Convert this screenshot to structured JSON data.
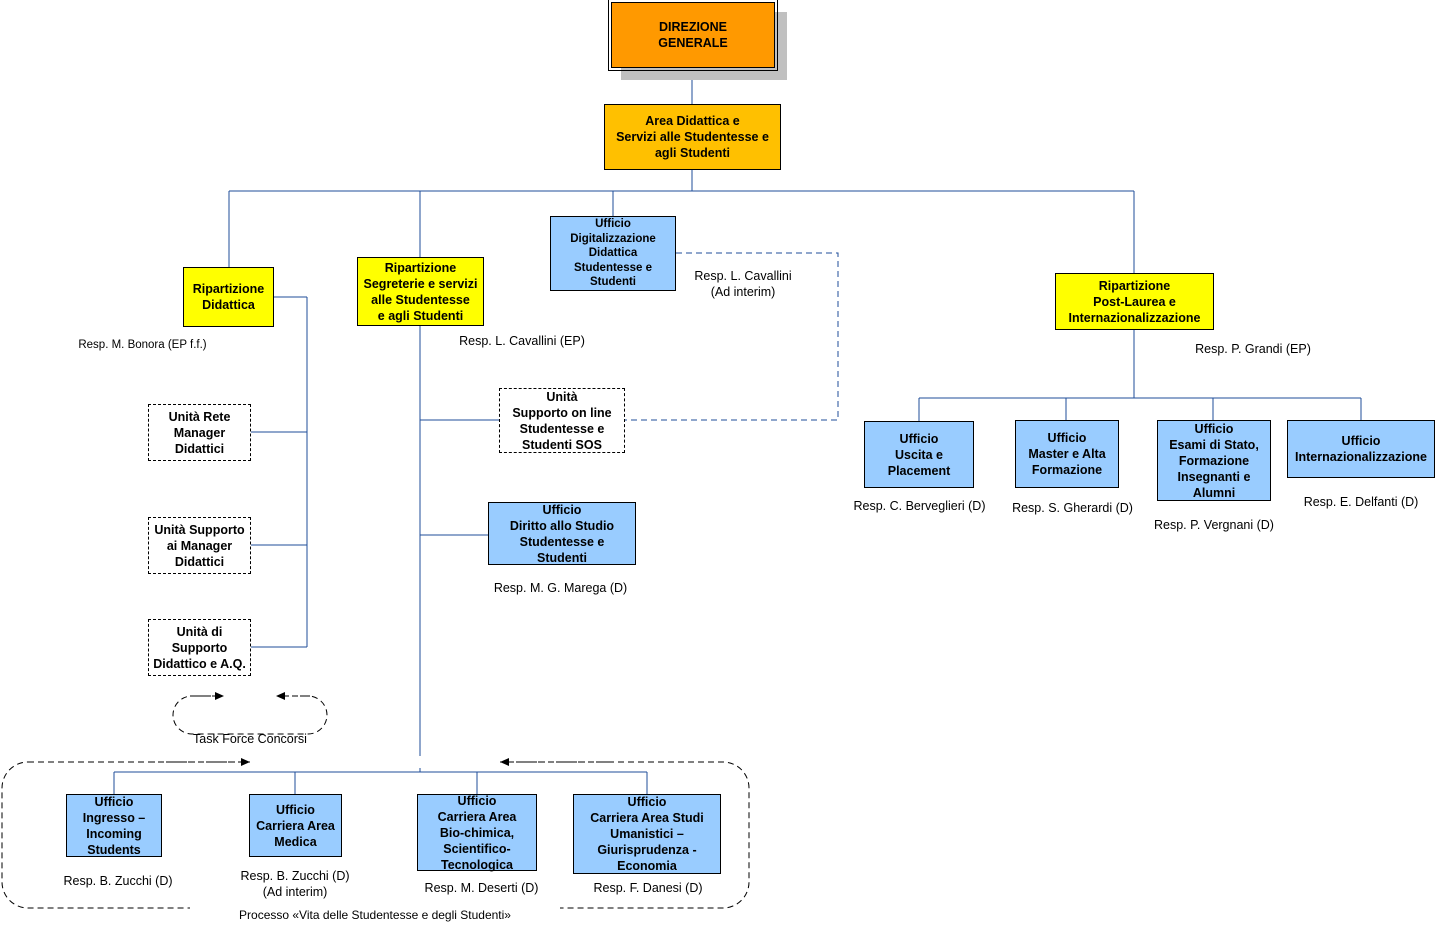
{
  "nodes": {
    "direzione": "DIREZIONE\nGENERALE",
    "area": "Area Didattica e\nServizi alle Studentesse e\nagli Studenti",
    "rip_didattica": "Ripartizione\nDidattica",
    "rip_segreterie": "Ripartizione\nSegreterie e servizi\nalle Studentesse\ne agli Studenti",
    "uff_digitalizzazione": "Ufficio\nDigitalizzazione\nDidattica\nStudentesse e\nStudenti",
    "rip_postlaurea": "Ripartizione\nPost-Laurea e\nInternazionalizzazione",
    "unita_rete": "Unità Rete\nManager\nDidattici",
    "unita_supporto_manager": "Unità Supporto\nai Manager\nDidattici",
    "unita_supporto_aq": "Unità di\nSupporto\nDidattico e A.Q.",
    "unita_sos": "Unità\nSupporto on line\nStudentesse e\nStudenti SOS",
    "uff_diritto_studio": "Ufficio\nDiritto allo Studio\nStudentesse e\nStudenti",
    "uff_uscita": "Ufficio\nUscita e\nPlacement",
    "uff_master": "Ufficio\nMaster e Alta\nFormazione",
    "uff_esami": "Ufficio\nEsami di Stato,\nFormazione\nInsegnanti e\nAlumni",
    "uff_internaz": "Ufficio\nInternazionalizzazione",
    "uff_ingresso": "Ufficio\nIngresso –\nIncoming\nStudents",
    "uff_medica": "Ufficio\nCarriera Area\nMedica",
    "uff_biochimica": "Ufficio\nCarriera Area\nBio-chimica,\nScientifico-\nTecnologica",
    "uff_umanistici": "Ufficio\nCarriera Area Studi\nUmanistici –\nGiurisprudenza -\nEconomia"
  },
  "responsabili": {
    "bonora": "Resp. M. Bonora (EP f.f.)",
    "cavallini_ep": "Resp. L. Cavallini (EP)",
    "cavallini_interim": "Resp. L. Cavallini\n(Ad interim)",
    "grandi": "Resp. P. Grandi (EP)",
    "marega": "Resp. M. G. Marega (D)",
    "berveglieri": "Resp. C. Berveglieri (D)",
    "gherardi": "Resp. S. Gherardi (D)",
    "vergnani": "Resp. P. Vergnani (D)",
    "delfanti": "Resp. E. Delfanti (D)",
    "zucchi_ingresso": "Resp. B. Zucchi (D)",
    "zucchi_medica": "Resp. B. Zucchi (D)\n(Ad interim)",
    "deserti": "Resp. M. Deserti (D)",
    "danesi": "Resp. F. Danesi (D)"
  },
  "annotations": {
    "task_force": "Task Force Concorsi",
    "processo": "Processo «Vita delle Studentesse e degli Studenti»"
  },
  "colors": {
    "direzione": "#ff9900",
    "area": "#ffc000",
    "ripartizione": "#ffff00",
    "ufficio": "#99ccff",
    "connector": "#1f4e9a"
  }
}
